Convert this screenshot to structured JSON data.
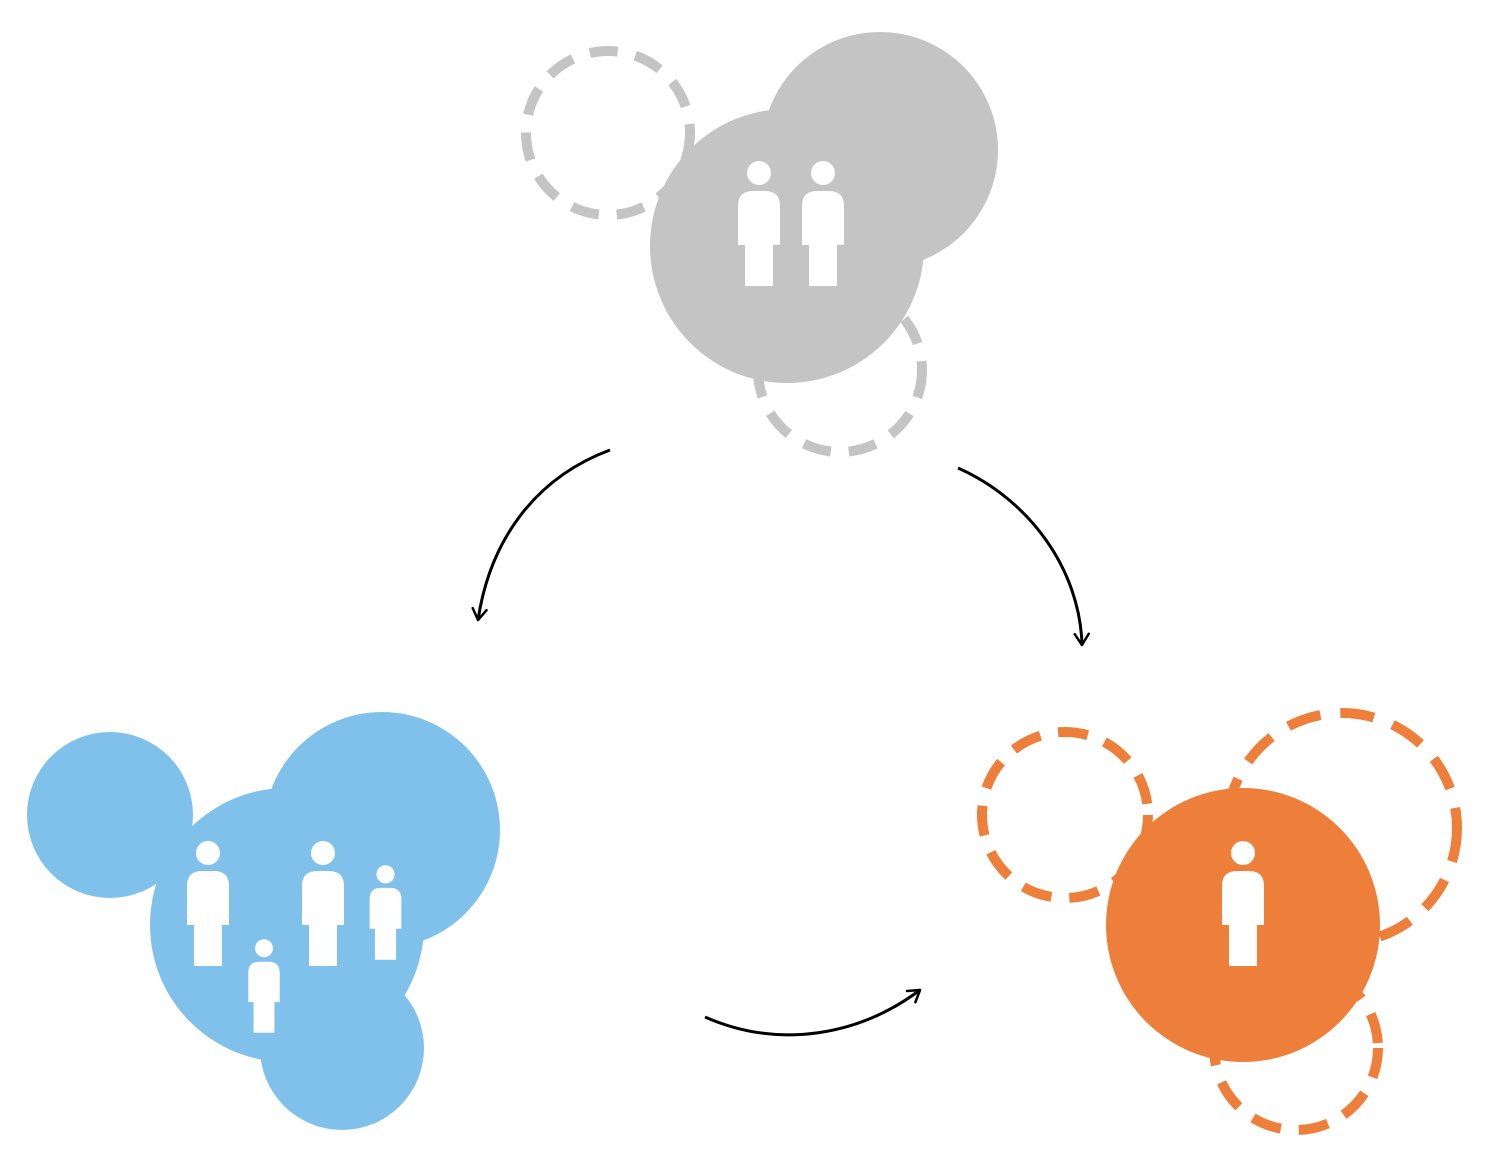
{
  "diagram": {
    "nodes": [
      {
        "id": "couple",
        "name": "couple-cluster",
        "color": "#c5c4c5",
        "people": 2,
        "dashed_neighbors": 2
      },
      {
        "id": "family",
        "name": "family-cluster",
        "color": "#80c1eb",
        "people": 4,
        "dashed_neighbors": 0
      },
      {
        "id": "single",
        "name": "single-person-cluster",
        "color": "#ee7f3a",
        "people": 1,
        "dashed_neighbors": 3
      }
    ],
    "edges": [
      {
        "from": "couple",
        "to": "family"
      },
      {
        "from": "couple",
        "to": "single"
      },
      {
        "from": "family",
        "to": "single"
      }
    ],
    "arrow_color": "#000000",
    "person_icon_color": "#ffffff"
  }
}
